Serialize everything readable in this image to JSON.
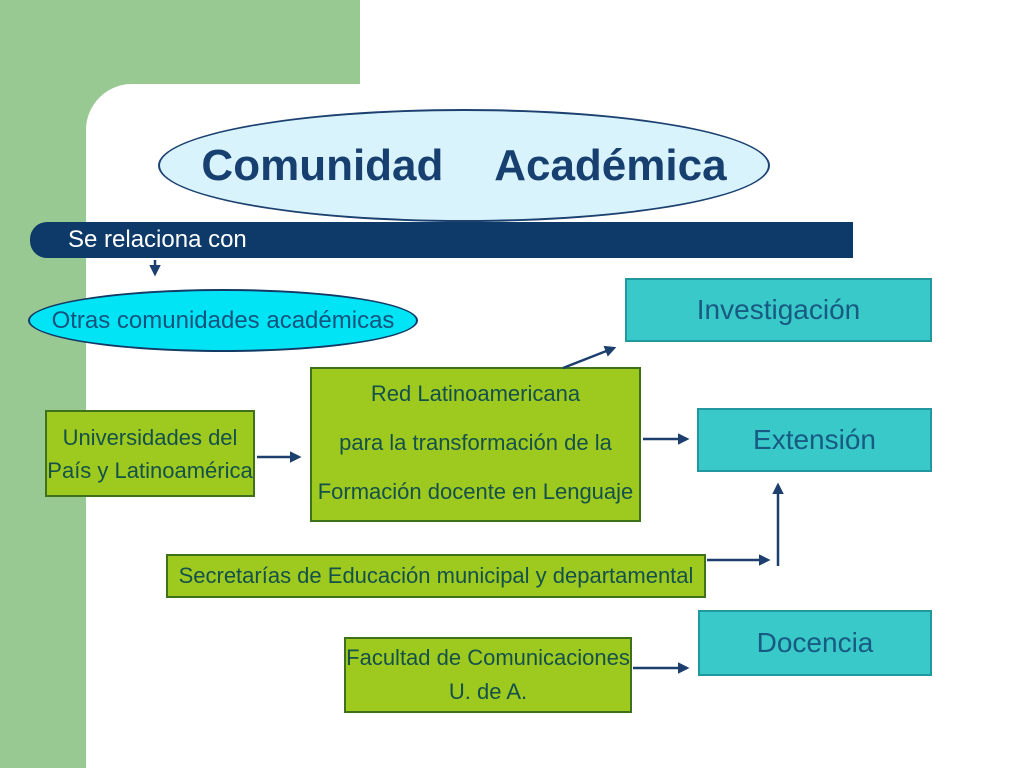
{
  "title": "Comunidad  Académica",
  "relation_bar": {
    "label": "Se relaciona con"
  },
  "nodes": {
    "otras_comunidades": {
      "label": "Otras comunidades académicas"
    },
    "investigacion": {
      "label": "Investigación"
    },
    "red_latinoamericana": {
      "line1": "Red Latinoamericana",
      "line2": "para la transformación de la",
      "line3": "Formación docente en Lenguaje"
    },
    "universidades": {
      "line1": "Universidades del",
      "line2": "País y Latinoamérica"
    },
    "extension": {
      "label": "Extensión"
    },
    "secretarias": {
      "label": "Secretarías de Educación municipal y departamental"
    },
    "docencia": {
      "label": "Docencia"
    },
    "facultad": {
      "line1": "Facultad de Comunicaciones",
      "line2": "U. de A."
    }
  },
  "colors": {
    "sidebar_green": "#99C993",
    "navy_bar": "#0D3A68",
    "title_text": "#173F6F",
    "title_ellipse_fill": "#D8F3FB",
    "cyan_ellipse_fill": "#00E4F5",
    "teal_box_fill": "#3AC9C9",
    "teal_box_border": "#1F98A0",
    "teal_box_text": "#175A82",
    "green_box_fill": "#9EC91F",
    "green_box_border": "#3E7119",
    "green_box_text": "#14514A",
    "connector": "#1C3F6E",
    "bar_text": "#FFFFFF"
  }
}
